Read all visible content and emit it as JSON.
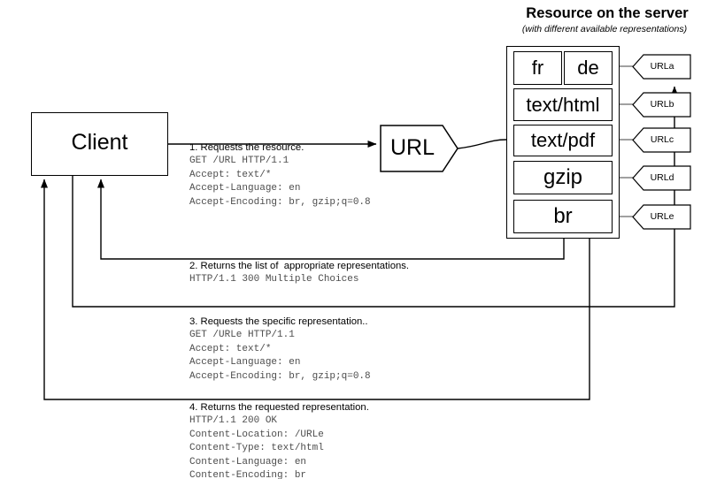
{
  "server": {
    "title": "Resource on the server",
    "subtitle": "(with different available representations)"
  },
  "client": {
    "label": "Client"
  },
  "url_node": {
    "label": "URL"
  },
  "representations": [
    {
      "label": "fr",
      "url": "URLa"
    },
    {
      "label": "de",
      "url": "URLa"
    },
    {
      "label": "text/html",
      "url": "URLb"
    },
    {
      "label": "text/pdf",
      "url": "URLc"
    },
    {
      "label": "gzip",
      "url": "URLd"
    },
    {
      "label": "br",
      "url": "URLe"
    }
  ],
  "url_pills": [
    {
      "label": "URLa"
    },
    {
      "label": "URLb"
    },
    {
      "label": "URLc"
    },
    {
      "label": "URLd"
    },
    {
      "label": "URLe"
    }
  ],
  "steps": [
    {
      "heading": "1. Requests the resource.",
      "body": "GET /URL HTTP/1.1\nAccept: text/*\nAccept-Language: en\nAccept-Encoding: br, gzip;q=0.8"
    },
    {
      "heading": "2. Returns the list of  appropriate representations.",
      "body": "HTTP/1.1 300 Multiple Choices"
    },
    {
      "heading": "3. Requests the specific representation..",
      "body": "GET /URLe HTTP/1.1\nAccept: text/*\nAccept-Language: en\nAccept-Encoding: br, gzip;q=0.8"
    },
    {
      "heading": "4. Returns the requested representation.",
      "body": "HTTP/1.1 200 OK\nContent-Location: /URLe\nContent-Type: text/html\nContent-Language: en\nContent-Encoding: br"
    }
  ],
  "colors": {
    "stroke": "#000000",
    "mono_text": "#4d4d4d",
    "connector": "#808080",
    "background": "#ffffff"
  }
}
